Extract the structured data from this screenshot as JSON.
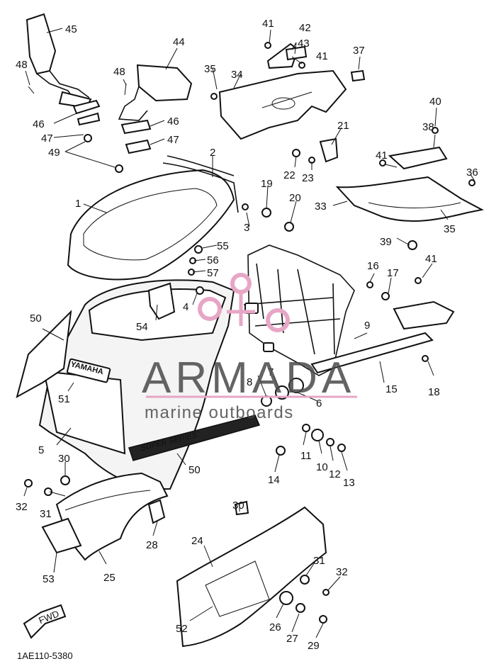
{
  "diagram": {
    "callouts": [
      "1",
      "2",
      "3",
      "4",
      "5",
      "6",
      "7",
      "8",
      "9",
      "10",
      "11",
      "12",
      "13",
      "14",
      "15",
      "16",
      "17",
      "18",
      "19",
      "20",
      "21",
      "22",
      "23",
      "24",
      "25",
      "26",
      "27",
      "28",
      "29",
      "30",
      "31",
      "32",
      "33",
      "34",
      "35",
      "36",
      "37",
      "38",
      "39",
      "40",
      "41",
      "42",
      "43",
      "44",
      "45",
      "46",
      "47",
      "48",
      "49",
      "50",
      "51",
      "52",
      "53",
      "54",
      "55",
      "56",
      "57"
    ],
    "brand_on_fairing": "YAMAHA",
    "model_stripe": "SUPER SERIES",
    "fwd_label": "FWD",
    "part_code": "1AE110-5380"
  },
  "watermark": {
    "name": "ARMADA",
    "tagline": "marine outboards",
    "accent_color": "#e8a6c6"
  }
}
